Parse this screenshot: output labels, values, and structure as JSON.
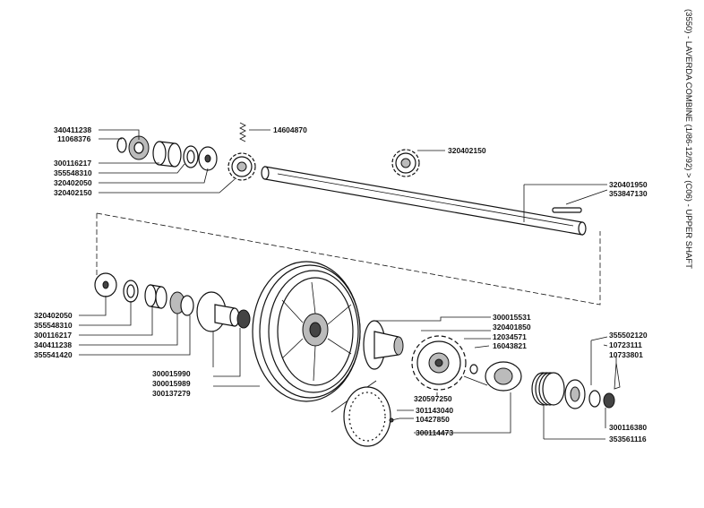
{
  "title": "(3550) - LAVERDA COMBINE (1/86-12/92) > (C06) - UPPER SHAFT",
  "labels": [
    "340411238",
    "11068376",
    "14604870",
    "300116217",
    "355548310",
    "320402050",
    "320402150",
    "320402150",
    "320401950",
    "353847130",
    "320402050",
    "355548310",
    "300116217",
    "340411238",
    "355541420",
    "300015531",
    "320401850",
    "12034571",
    "16043821",
    "355502120",
    "10723111",
    "10733801",
    "300015990",
    "300015989",
    "300137279",
    "320597250",
    "301143040",
    "10427850",
    "300114473",
    "300116380",
    "353561116"
  ]
}
